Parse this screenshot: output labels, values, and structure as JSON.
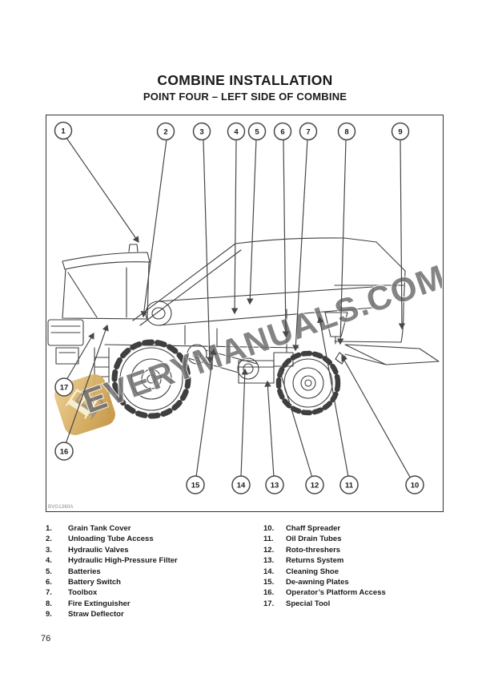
{
  "header": {
    "title": "COMBINE INSTALLATION",
    "subtitle": "POINT FOUR – LEFT SIDE OF COMBINE"
  },
  "figure": {
    "label": "BVG1360A",
    "description": "Left side line drawing of combine harvester with numbered callouts",
    "watermark": {
      "text": "EVERYMANUALS.COM",
      "logo_letter": "E",
      "text_color": "#6f6f6f",
      "logo_gold_light": "#eccd8d",
      "logo_gold_dark": "#c1913c"
    },
    "callouts": [
      "1",
      "2",
      "3",
      "4",
      "5",
      "6",
      "7",
      "8",
      "9",
      "10",
      "11",
      "12",
      "13",
      "14",
      "15",
      "16",
      "17"
    ]
  },
  "legend": {
    "left": [
      {
        "num": "1.",
        "label": "Grain Tank Cover"
      },
      {
        "num": "2.",
        "label": "Unloading Tube Access"
      },
      {
        "num": "3.",
        "label": "Hydraulic Valves"
      },
      {
        "num": "4.",
        "label": "Hydraulic High-Pressure Filter"
      },
      {
        "num": "5.",
        "label": "Batteries"
      },
      {
        "num": "6.",
        "label": "Battery Switch"
      },
      {
        "num": "7.",
        "label": "Toolbox"
      },
      {
        "num": "8.",
        "label": "Fire Extinguisher"
      },
      {
        "num": "9.",
        "label": "Straw Deflector"
      }
    ],
    "right": [
      {
        "num": "10.",
        "label": "Chaff Spreader"
      },
      {
        "num": "11.",
        "label": "Oil Drain Tubes"
      },
      {
        "num": "12.",
        "label": "Roto-threshers"
      },
      {
        "num": "13.",
        "label": "Returns System"
      },
      {
        "num": "14.",
        "label": "Cleaning Shoe"
      },
      {
        "num": "15.",
        "label": "De-awning Plates"
      },
      {
        "num": "16.",
        "label": "Operator’s Platform Access"
      },
      {
        "num": "17.",
        "label": "Special Tool"
      }
    ]
  },
  "page": {
    "number": "76"
  }
}
